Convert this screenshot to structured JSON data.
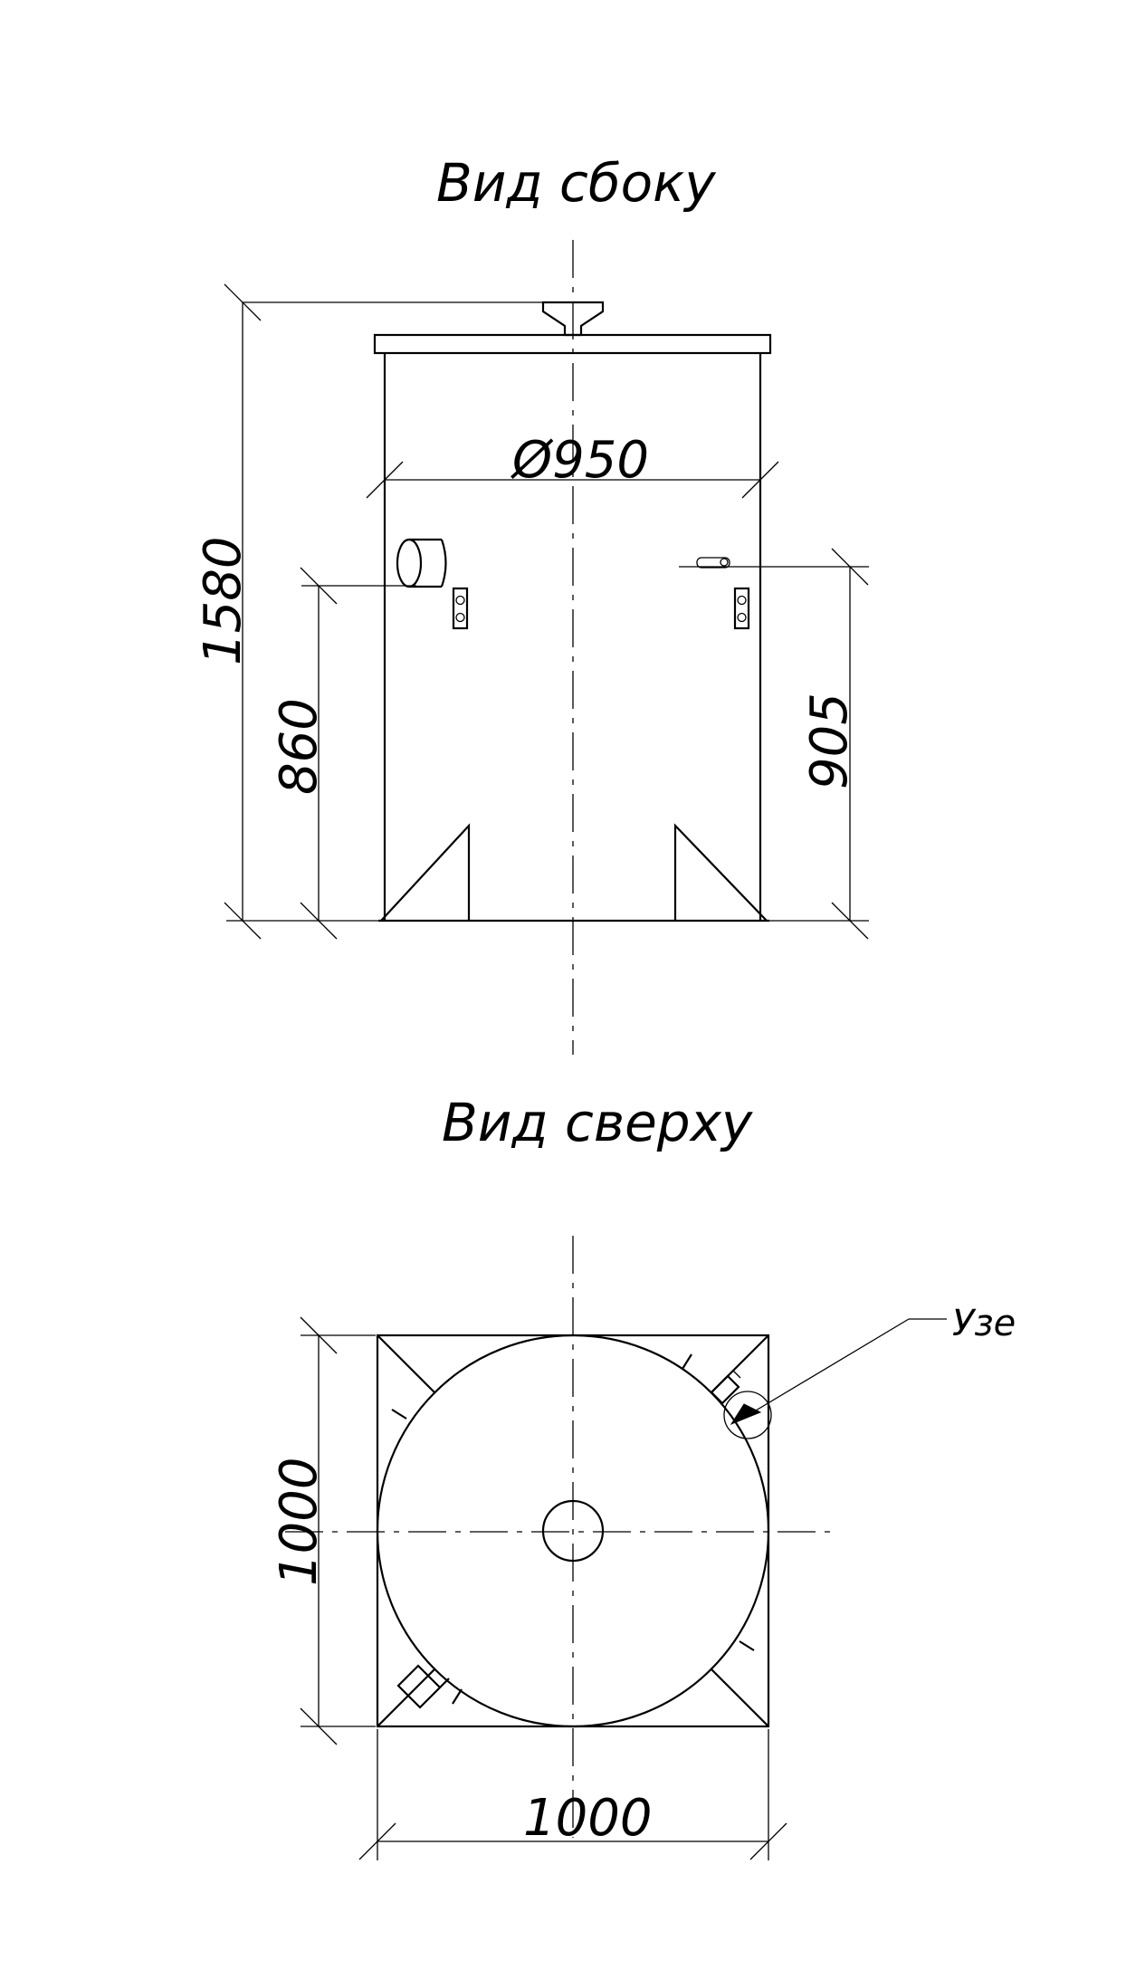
{
  "side_view": {
    "title": "Вид сбоку",
    "dim_height_total": "1580",
    "dim_diameter": "Ø950",
    "dim_height_left_nozzle": "860",
    "dim_height_right_nozzle": "905"
  },
  "top_view": {
    "title": "Вид сверху",
    "dim_width": "1000",
    "dim_depth": "1000",
    "callout_label": "Узе"
  }
}
